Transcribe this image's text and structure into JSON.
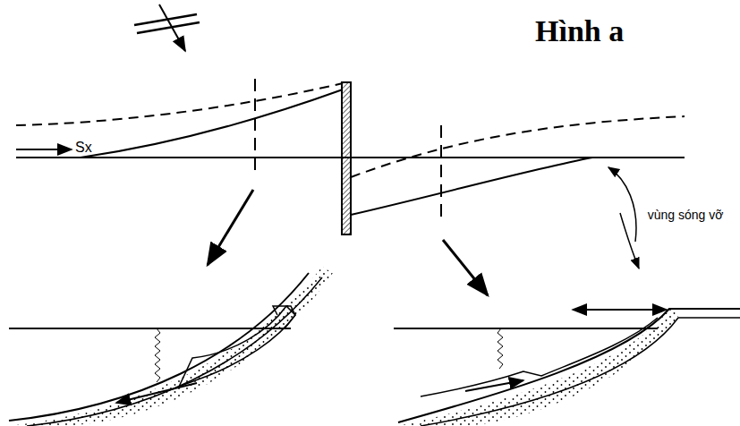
{
  "diagram": {
    "labels": [
      "Hình a",
      "Sx",
      "vùng sóng vỡ"
    ]
  }
}
